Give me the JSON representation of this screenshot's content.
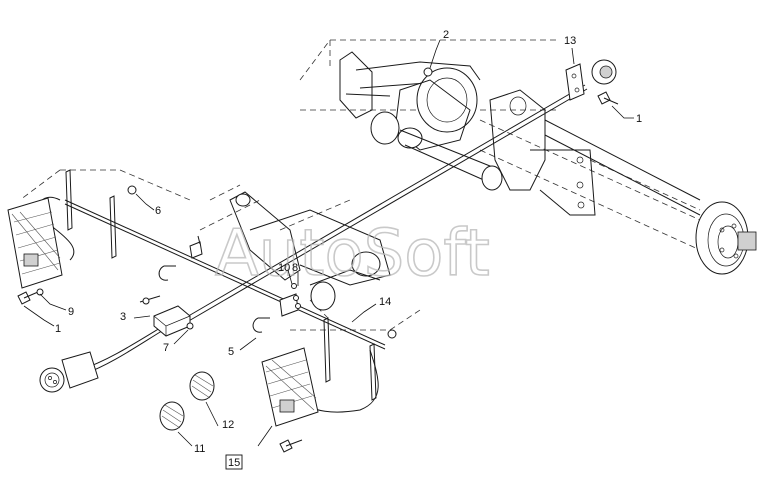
{
  "watermark": "AutoSoft",
  "callouts": {
    "c1a": "1",
    "c1b": "1",
    "c2": "2",
    "c3": "3",
    "c5": "5",
    "c6": "6",
    "c7": "7",
    "c8": "8",
    "c9": "9",
    "c10": "10",
    "c11": "11",
    "c12": "12",
    "c13": "13",
    "c14": "14",
    "c15": "15"
  }
}
